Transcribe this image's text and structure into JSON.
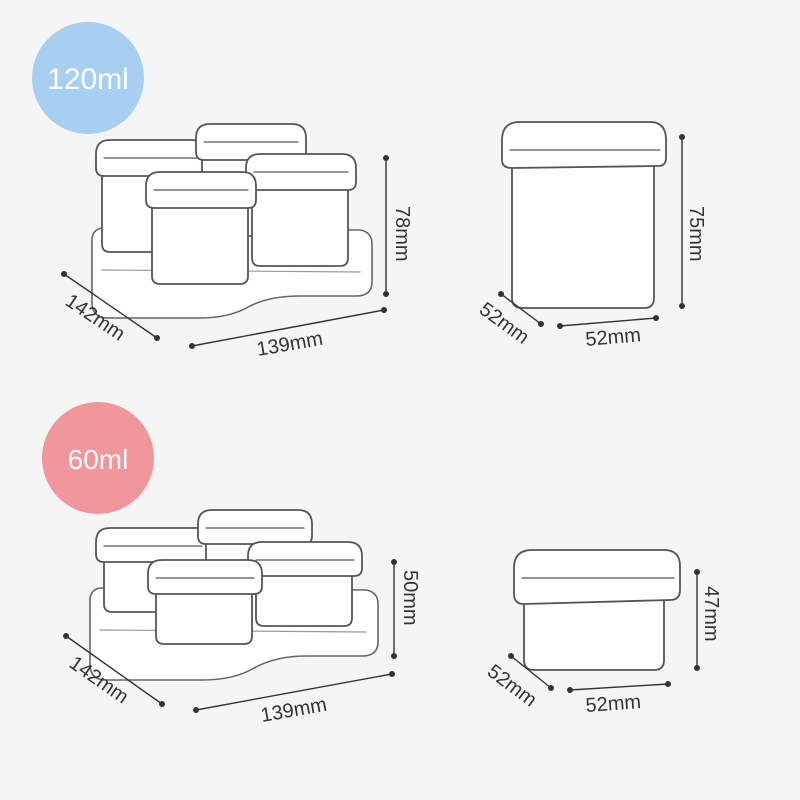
{
  "colors": {
    "badge_120": "#a6cff2",
    "badge_60": "#f1969a"
  },
  "section_120": {
    "badge": "120ml",
    "set_depth": "142mm",
    "set_width": "139mm",
    "set_height": "78mm",
    "cup_depth": "52mm",
    "cup_width": "52mm",
    "cup_height": "75mm"
  },
  "section_60": {
    "badge": "60ml",
    "set_depth": "142mm",
    "set_width": "139mm",
    "set_height": "50mm",
    "cup_depth": "52mm",
    "cup_width": "52mm",
    "cup_height": "47mm"
  }
}
